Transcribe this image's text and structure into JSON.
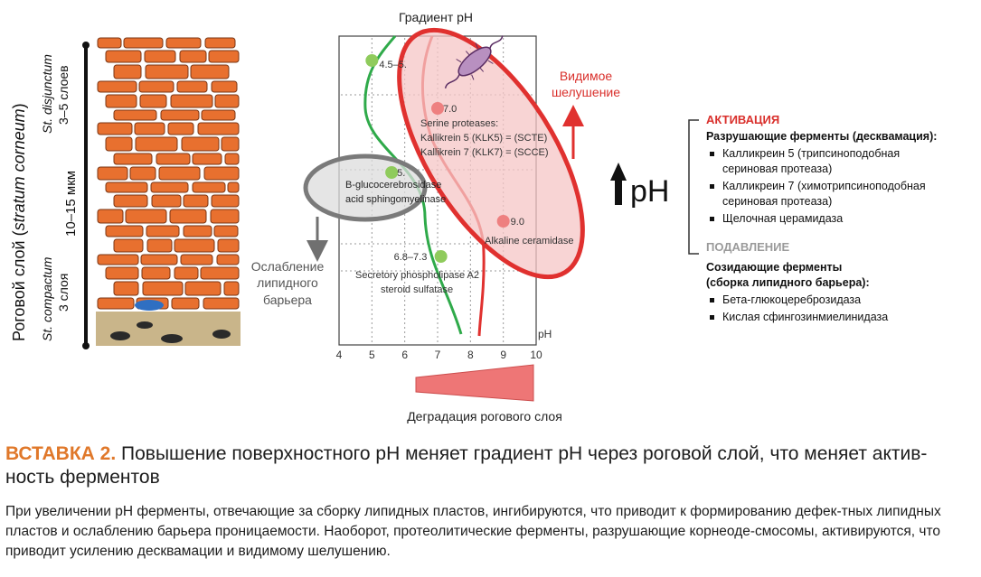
{
  "left_panel": {
    "title_main": "Роговой слой (",
    "title_italic": "stratum corneum",
    "title_end": ")",
    "thickness": "10–15 мкм",
    "disjunctum_name": "St. disjunctum",
    "disjunctum_layers": "3–5 слоев",
    "compactum_name": "St. compactum",
    "compactum_layers": "3 слоя"
  },
  "chart": {
    "title": "Градиент pH",
    "ph_axis_label": "pH",
    "x_ticks": [
      "4",
      "5",
      "6",
      "7",
      "8",
      "9",
      "10"
    ],
    "degradation_label": "Деградация рогового слоя",
    "visible_peeling": [
      "Видимое",
      "шелушение"
    ],
    "barrier_weakening": [
      "Ослабление",
      "липидного",
      "барьера"
    ],
    "big_ph": "pH",
    "points": [
      {
        "label": "4.5–5.",
        "ph": 5.0,
        "color": "#8fcb5c"
      },
      {
        "label": "7.0",
        "ph": 7.0,
        "color": "#ee8080"
      },
      {
        "label": "5.",
        "ph": 5.6,
        "color": "#8fcb5c"
      },
      {
        "label": "9.0",
        "ph": 9.0,
        "color": "#ee8080"
      },
      {
        "label": "6.8–7.3",
        "ph": 7.1,
        "color": "#8fcb5c"
      }
    ],
    "enzyme_labels": [
      "Serine proteases:",
      "Kallikrein 5 (KLK5) = (SCTE)",
      "Kallikrein 7 (KLK7) = (SCCE)",
      "B-glucocerebrosidase",
      "acid sphingomyelinase",
      "Alkaline ceramidase",
      "Secretory phospholipase A2",
      "steroid sulfatase"
    ]
  },
  "enzymes_panel": {
    "activation_title": "АКТИВАЦИЯ",
    "activation_subtitle": "Разрушающие ферменты (десквамация):",
    "activation_items": [
      [
        "Калликреин 5 (трипсиноподобная",
        "сериновая протеаза)"
      ],
      [
        "Калликреин 7 (химотрипсиноподобная",
        "сериновая протеаза)"
      ],
      [
        "Щелочная церамидаза"
      ]
    ],
    "suppression_title": "ПОДАВЛЕНИЕ",
    "suppression_subtitle": [
      "Созидающие ферменты",
      "(сборка липидного барьера):"
    ],
    "suppression_items": [
      "Бета-глюкоцереброзидаза",
      "Кислая сфингозинмиелинидаза"
    ]
  },
  "caption": {
    "lead": "ВСТАВКА 2.",
    "title": " Повышение поверхностного pH меняет градиент pH через роговой слой, что меняет актив-ность ферментов",
    "body": "При увеличении pH ферменты, отвечающие за сборку липидных пластов, ингибируются, что приводит к формированию дефек-тных липидных пластов и ослаблению барьера проницаемости. Наоборот, протеолитические ферменты, разрушающие корнеоде-смосомы, активируются, что приводит усилению десквамации и видимому шелушению."
  },
  "colors": {
    "accent_orange": "#e0782a",
    "activation_red": "#d9302c",
    "corneocyte": "#e8702f",
    "green_curve": "#2faa4a",
    "red_curve": "#e0312f"
  }
}
